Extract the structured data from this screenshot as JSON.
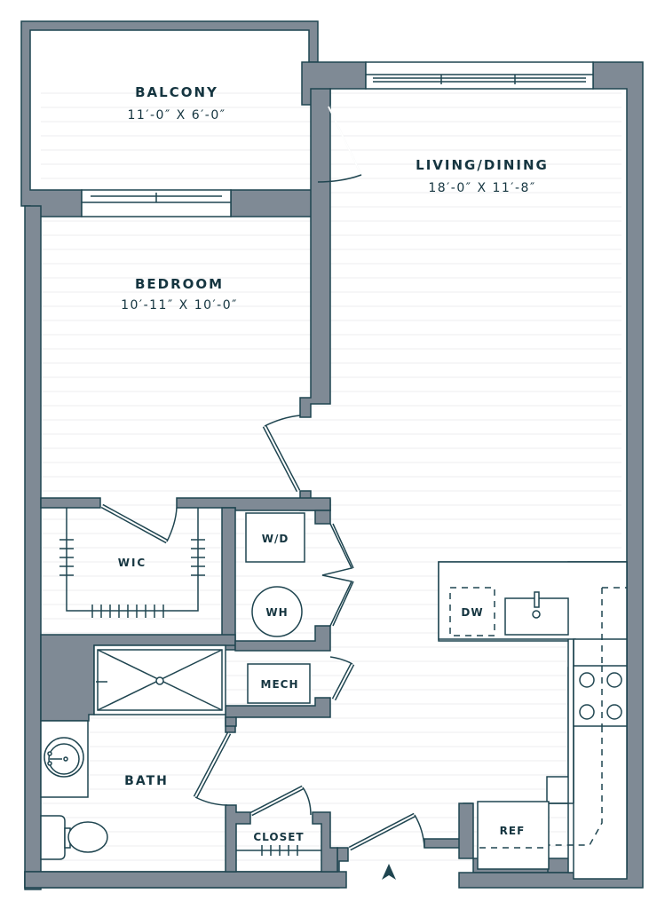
{
  "plan": {
    "colors": {
      "wall": "#7f8a95",
      "outline": "#1f4550",
      "text": "#153540",
      "floor_grid": "#eceeef"
    },
    "rooms": [
      {
        "id": "balcony",
        "name": "BALCONY",
        "dims": "11′-0″ X 6′-0″"
      },
      {
        "id": "living",
        "name": "LIVING/DINING",
        "dims": "18′-0″ X 11′-8″"
      },
      {
        "id": "bedroom",
        "name": "BEDROOM",
        "dims": "10′-11″ X 10′-0″"
      },
      {
        "id": "wic",
        "name": "WIC"
      },
      {
        "id": "bath",
        "name": "BATH"
      },
      {
        "id": "closet",
        "name": "CLOSET"
      }
    ],
    "fixtures": {
      "washer_dryer": "W/D",
      "water_heater": "WH",
      "mechanical": "MECH",
      "dishwasher": "DW",
      "refrigerator": "REF"
    },
    "icons": {
      "entry": "north-arrow-icon",
      "sink": "sink-icon",
      "toilet": "toilet-icon",
      "shower": "shower-icon",
      "cooktop": "cooktop-icon"
    }
  }
}
